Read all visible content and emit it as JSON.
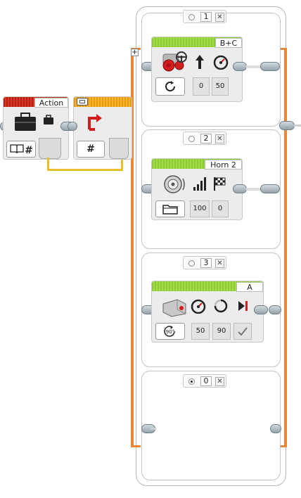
{
  "action_block": {
    "title": "Action",
    "param_icon": "book-hash-icon"
  },
  "switch_block": {
    "mode_label": "#"
  },
  "cases": [
    {
      "number": "1",
      "selected": false
    },
    {
      "number": "2",
      "selected": false
    },
    {
      "number": "3",
      "selected": false
    },
    {
      "number": "0",
      "selected": true
    }
  ],
  "steering_block": {
    "ports": "B+C",
    "steering": "0",
    "power": "50"
  },
  "sound_block": {
    "file": "Horn 2",
    "volume": "100",
    "play_type": "0"
  },
  "motor_block": {
    "port": "A",
    "power": "50",
    "degrees": "90",
    "mode_icon": "rotate-90-icon"
  },
  "add_case": "+",
  "colors": {
    "green": "#8ccc33",
    "red": "#c0291b",
    "orange": "#f0a51f",
    "switch_line": "#e8883a",
    "wire": "#e6bf2a"
  }
}
